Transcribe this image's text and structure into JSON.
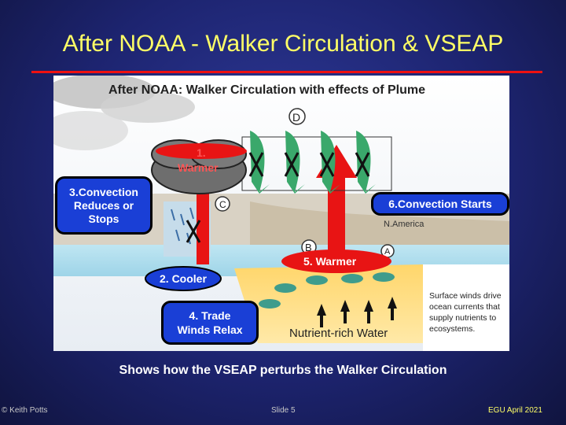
{
  "slide": {
    "title": "After NOAA - Walker Circulation & VSEAP",
    "caption": "Shows how the VSEAP perturbs the Walker Circulation",
    "footer_left": "© Keith Potts",
    "footer_mid": "Slide 5",
    "footer_right": "EGU April 2021"
  },
  "figure": {
    "title": "After NOAA:  Walker Circulation with effects of Plume",
    "marker_d": "D",
    "marker_b": "B",
    "marker_a": "A",
    "marker_c": "C",
    "region_label": "N.America",
    "water_label": "Nutrient-rich Water",
    "side_note_1": "Surface winds drive",
    "side_note_2": "ocean currents that",
    "side_note_3": "supply nutrients to",
    "side_note_4": "ecosystems.",
    "label_warmer_1": "1.",
    "label_warmer_2": "Warmer",
    "label_cooler": "2. Cooler",
    "label_warmer5": "5. Warmer",
    "callout_convection_1": "3.Convection",
    "callout_convection_2": "Reduces or",
    "callout_convection_3": "Stops",
    "callout_trade_1": "4. Trade",
    "callout_trade_2": "Winds Relax",
    "callout_starts": "6.Convection Starts"
  },
  "colors": {
    "title": "#ffff66",
    "rule": "#e11111",
    "callout_blue": "#1a3fd6",
    "warm_red": "#e81414",
    "arrow_green": "#3aa86b"
  }
}
